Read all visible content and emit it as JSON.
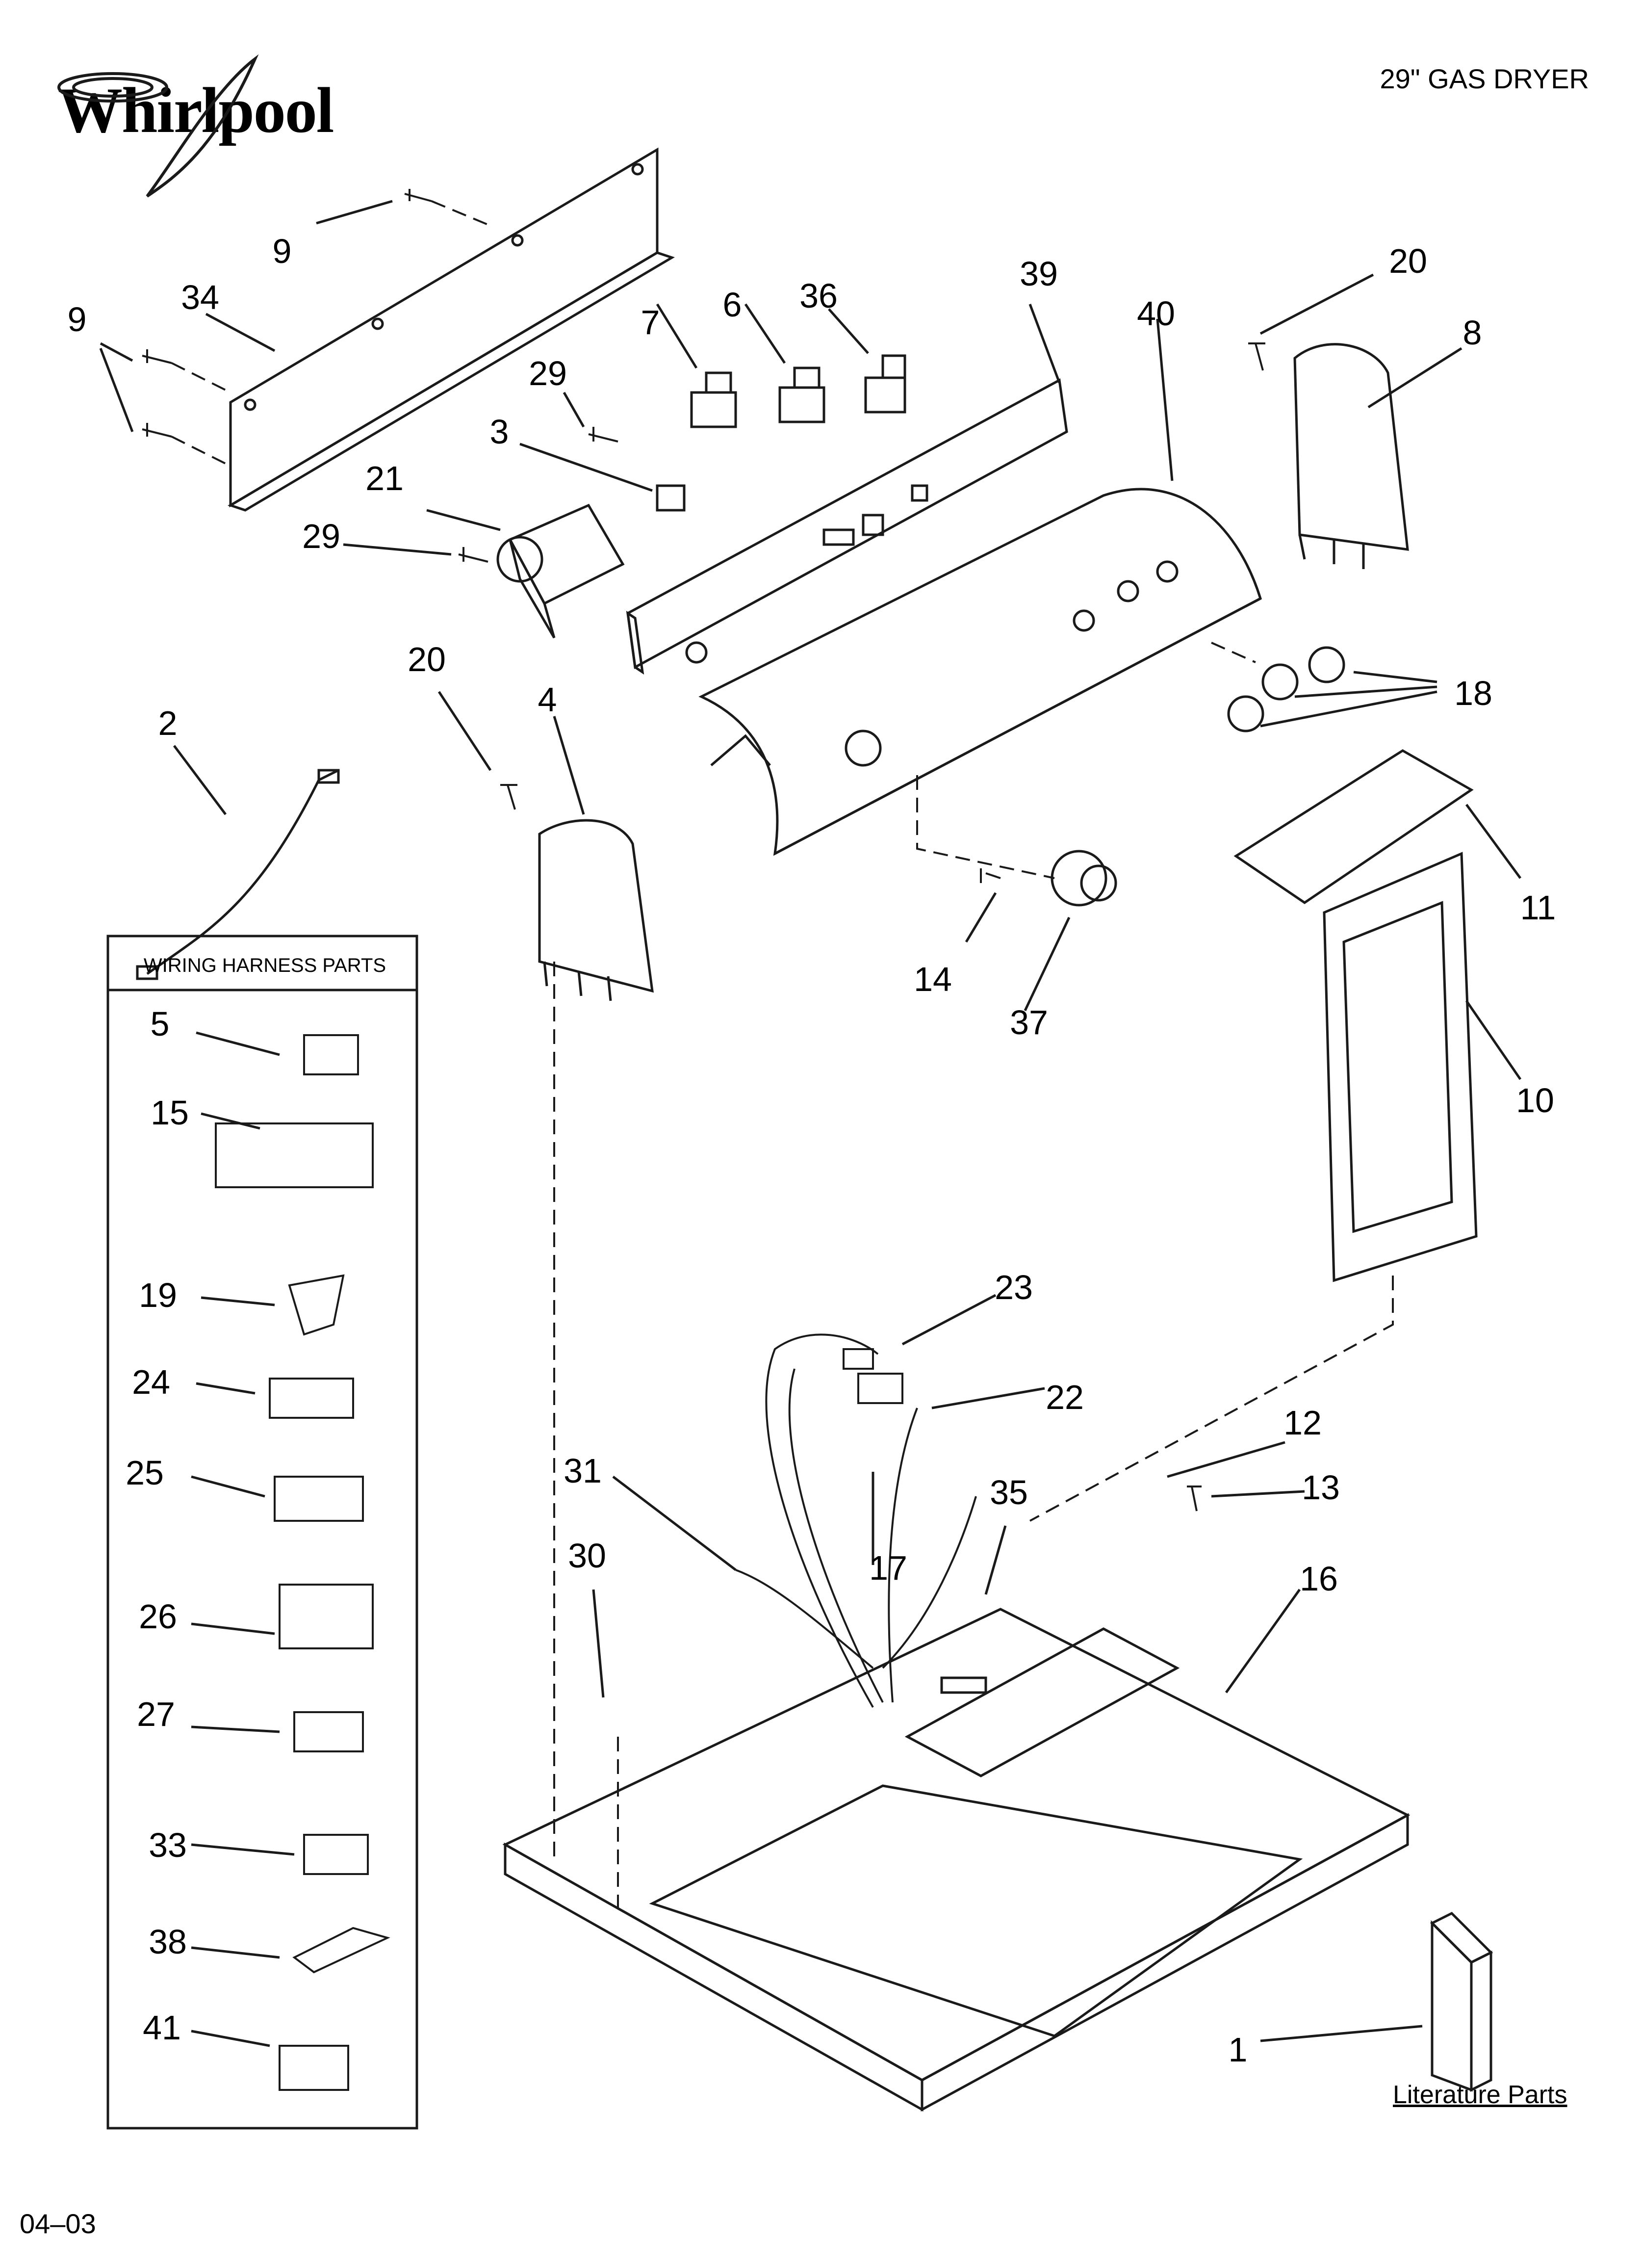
{
  "header": {
    "brand": "Whirlpool",
    "model": "29\" GAS DRYER"
  },
  "footer": {
    "date_code": "04–03",
    "literature": "Literature Parts"
  },
  "harness_box": {
    "title": "WIRING HARNESS PARTS",
    "items": [
      "5",
      "15",
      "19",
      "24",
      "25",
      "26",
      "27",
      "33",
      "38",
      "41"
    ]
  },
  "callouts": [
    {
      "id": "c9a",
      "label": "9"
    },
    {
      "id": "c34",
      "label": "34"
    },
    {
      "id": "c9b",
      "label": "9"
    },
    {
      "id": "c7",
      "label": "7"
    },
    {
      "id": "c6",
      "label": "6"
    },
    {
      "id": "c36",
      "label": "36"
    },
    {
      "id": "c39",
      "label": "39"
    },
    {
      "id": "c40",
      "label": "40"
    },
    {
      "id": "c20a",
      "label": "20"
    },
    {
      "id": "c8",
      "label": "8"
    },
    {
      "id": "c29a",
      "label": "29"
    },
    {
      "id": "c3",
      "label": "3"
    },
    {
      "id": "c21",
      "label": "21"
    },
    {
      "id": "c29b",
      "label": "29"
    },
    {
      "id": "c20b",
      "label": "20"
    },
    {
      "id": "c4",
      "label": "4"
    },
    {
      "id": "c2",
      "label": "2"
    },
    {
      "id": "c18",
      "label": "18"
    },
    {
      "id": "c11",
      "label": "11"
    },
    {
      "id": "c14",
      "label": "14"
    },
    {
      "id": "c37",
      "label": "37"
    },
    {
      "id": "c10",
      "label": "10"
    },
    {
      "id": "c23",
      "label": "23"
    },
    {
      "id": "c22",
      "label": "22"
    },
    {
      "id": "c31",
      "label": "31"
    },
    {
      "id": "c12",
      "label": "12"
    },
    {
      "id": "c13",
      "label": "13"
    },
    {
      "id": "c35",
      "label": "35"
    },
    {
      "id": "c17",
      "label": "17"
    },
    {
      "id": "c30",
      "label": "30"
    },
    {
      "id": "c16",
      "label": "16"
    },
    {
      "id": "c1",
      "label": "1"
    }
  ],
  "colors": {
    "line": "#1a1a1a",
    "background": "#ffffff"
  }
}
